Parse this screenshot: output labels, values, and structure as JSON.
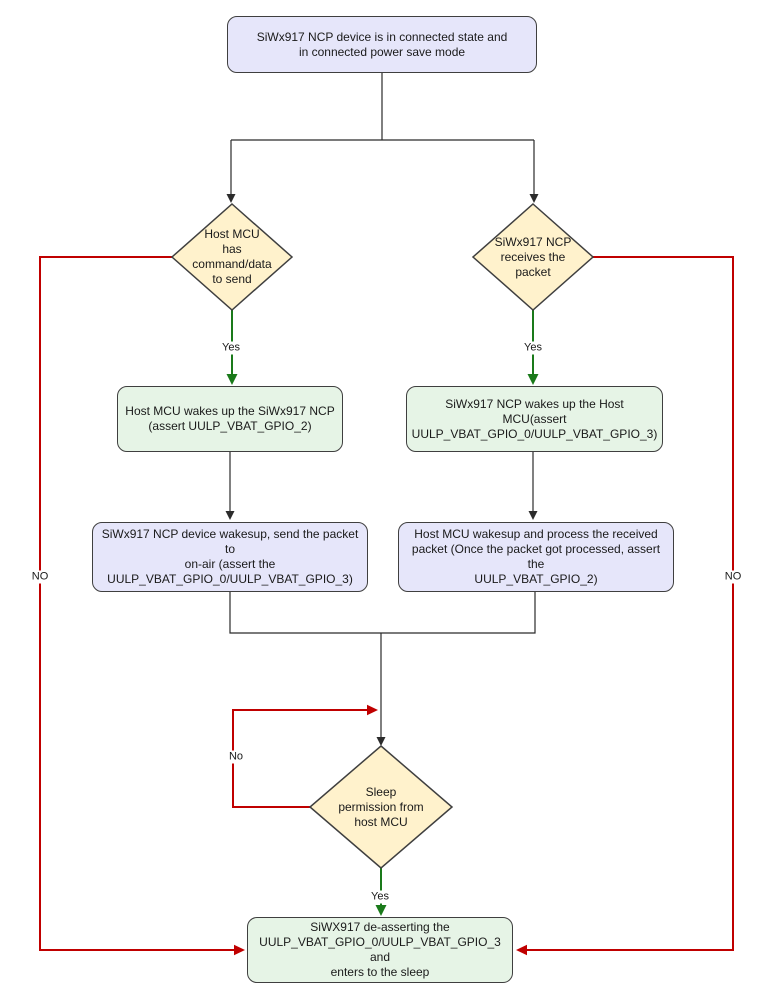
{
  "diagram": {
    "type": "flowchart",
    "colors": {
      "process_lavender_fill": "#e6e6fa",
      "process_green_fill": "#e6f4e6",
      "decision_yellow_fill": "#fff2cc",
      "shape_border": "#3f3f3f",
      "connector_black": "#2b2b2b",
      "connector_green": "#1a7a1a",
      "connector_red": "#c00000"
    },
    "nodes": {
      "start": {
        "shape": "rounded-rect",
        "fill": "lavender",
        "lines": [
          "SiWx917 NCP device is in connected state and",
          "in connected power save mode"
        ]
      },
      "decision_host_mcu": {
        "shape": "diamond",
        "fill": "yellow",
        "lines": [
          "Host MCU",
          "has",
          "command/data",
          "to send"
        ]
      },
      "decision_ncp_receives": {
        "shape": "diamond",
        "fill": "yellow",
        "lines": [
          "SiWx917 NCP",
          "receives the",
          "packet"
        ]
      },
      "host_wakes_ncp": {
        "shape": "rounded-rect",
        "fill": "green",
        "lines": [
          "Host MCU wakes up the SiWx917 NCP",
          "(assert UULP_VBAT_GPIO_2)"
        ]
      },
      "ncp_wakes_host": {
        "shape": "rounded-rect",
        "fill": "green",
        "lines": [
          "SiWx917 NCP wakes up the Host MCU(assert",
          "UULP_VBAT_GPIO_0/UULP_VBAT_GPIO_3)"
        ]
      },
      "ncp_sends_packet": {
        "shape": "rounded-rect",
        "fill": "lavender",
        "lines": [
          "SiWx917 NCP device wakesup, send the packet to",
          "on-air (assert the",
          "UULP_VBAT_GPIO_0/UULP_VBAT_GPIO_3)"
        ]
      },
      "host_processes_packet": {
        "shape": "rounded-rect",
        "fill": "lavender",
        "lines": [
          "Host MCU wakesup and process the received",
          "packet (Once the packet got processed, assert the",
          "UULP_VBAT_GPIO_2)"
        ]
      },
      "decision_sleep_permission": {
        "shape": "diamond",
        "fill": "yellow",
        "lines": [
          "Sleep",
          "permission from",
          "host MCU"
        ]
      },
      "sleep": {
        "shape": "rounded-rect",
        "fill": "green",
        "lines": [
          "SiWX917 de-asserting the",
          "UULP_VBAT_GPIO_0/UULP_VBAT_GPIO_3 and",
          "enters to the sleep"
        ]
      }
    },
    "edge_labels": {
      "yes_left": "Yes",
      "yes_right": "Yes",
      "yes_bottom": "Yes",
      "no_loop": "No",
      "no_left": "NO",
      "no_right": "NO"
    }
  }
}
